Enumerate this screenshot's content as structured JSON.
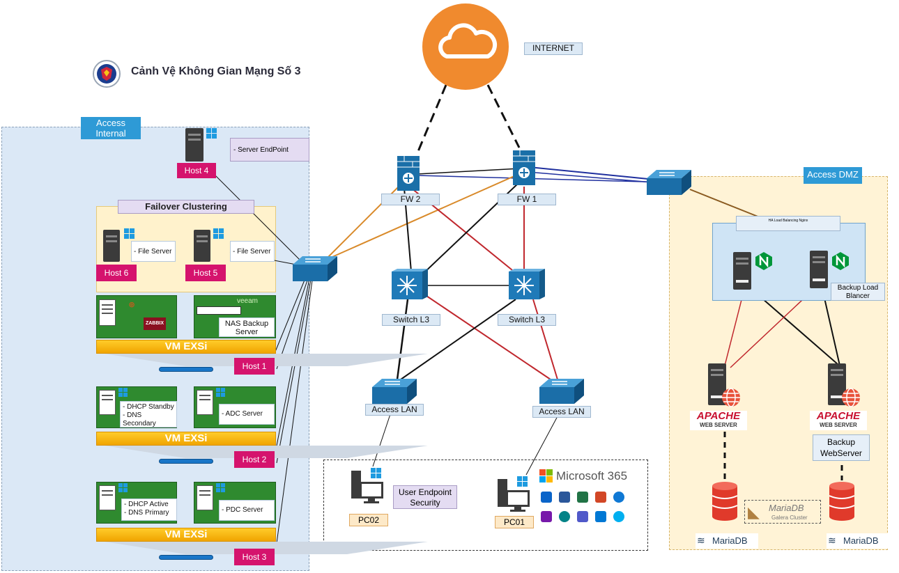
{
  "brand": {
    "title": "Cảnh Vệ Không Gian Mạng Số 3"
  },
  "internet": {
    "label": "INTERNET"
  },
  "zones": {
    "internal": "Access Internal",
    "dmz": "Access DMZ",
    "failover": "Failover Clustering"
  },
  "firewalls": {
    "fw2": "FW 2",
    "fw1": "FW 1"
  },
  "switches": {
    "l3_left": "Switch L3",
    "l3_right": "Switch L3",
    "lan_left": "Access LAN",
    "lan_right": "Access LAN"
  },
  "hosts": {
    "host4": "Host 4",
    "host4_note": "- Server EndPoint",
    "host6": "Host 6",
    "host6_note": "- File Server",
    "host5": "Host 5",
    "host5_note": "- File Server",
    "host1": "Host 1",
    "host2": "Host 2",
    "host3": "Host 3"
  },
  "vms": {
    "nas": "NAS Backup Server",
    "zabbix": "ZABBIX",
    "veeam": "veeam",
    "dhcp_standby": "- DHCP Standby\n- DNS Secondary",
    "adc": "- ADC Server",
    "dhcp_active": "- DHCP Active\n- DNS Primary",
    "pdc": "- PDC Server",
    "exsi": "VM EXSi"
  },
  "endpoints": {
    "pc02": "PC02",
    "pc01": "PC01",
    "user_endpoint": "User Endpoint Security",
    "m365": "Microsoft 365"
  },
  "dmz": {
    "lb_title": "HA Load Balancing Nginx",
    "backup_lb": "Backup Load Blancer",
    "apache": "APACHE",
    "apache_sub": "WEB SERVER",
    "backup_web": "Backup WebServer",
    "mariadb": "MariaDB",
    "galera": "MariaDB",
    "galera_sub": "Galera Cluster"
  },
  "colors": {
    "black_link": "#111111",
    "red_link": "#c0272d",
    "orange_link": "#d98a2a",
    "blue_link": "#1f2f9e",
    "brown_link": "#8a5a20"
  },
  "icons": [
    "cloud-icon",
    "firewall-icon",
    "switch-icon",
    "server-icon",
    "windows-icon",
    "nginx-icon",
    "database-icon",
    "pc-icon",
    "shield-logo"
  ]
}
